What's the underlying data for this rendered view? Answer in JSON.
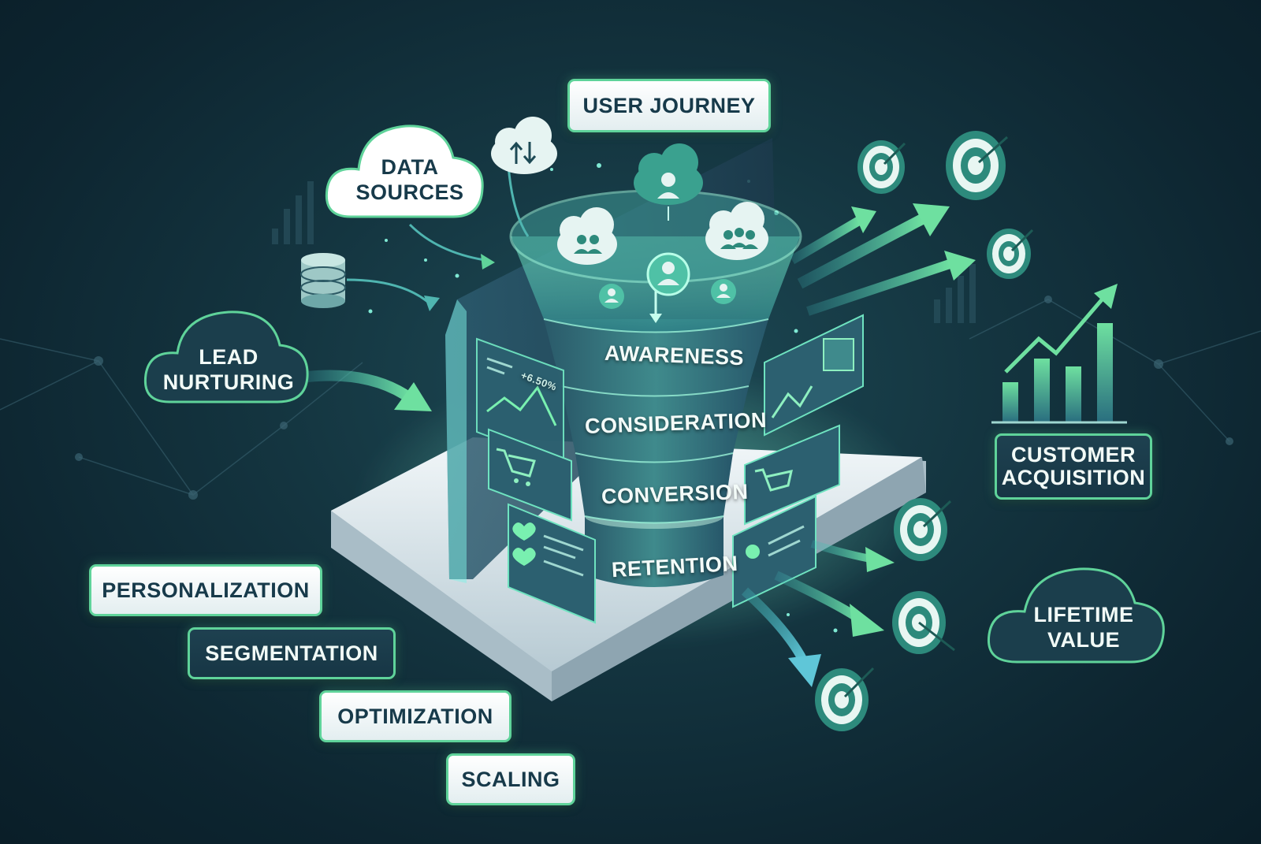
{
  "top_label": "USER JOURNEY",
  "clouds": {
    "data_sources": [
      "DATA",
      "SOURCES"
    ],
    "lead_nurturing": [
      "LEAD",
      "NURTURING"
    ],
    "lifetime_value": [
      "LIFETIME",
      "VALUE"
    ]
  },
  "funnel_stages": [
    "AWARENESS",
    "CONSIDERATION",
    "CONVERSION",
    "RETENTION"
  ],
  "left_labels": [
    "PERSONALIZATION",
    "SEGMENTATION",
    "OPTIMIZATION",
    "SCALING"
  ],
  "right_label": [
    "CUSTOMER",
    "ACQUISITION"
  ],
  "card_metric": "+6.50%",
  "colors": {
    "accent_green": "#5fd39a",
    "accent_teal": "#3fb6b8",
    "label_text": "#173a4a",
    "background": "#0d2530"
  },
  "icons": [
    "cloud-upload-download-icon",
    "database-icon",
    "user-icon",
    "users-icon",
    "target-icon",
    "bar-chart-icon",
    "shopping-cart-icon",
    "heart-icon"
  ]
}
